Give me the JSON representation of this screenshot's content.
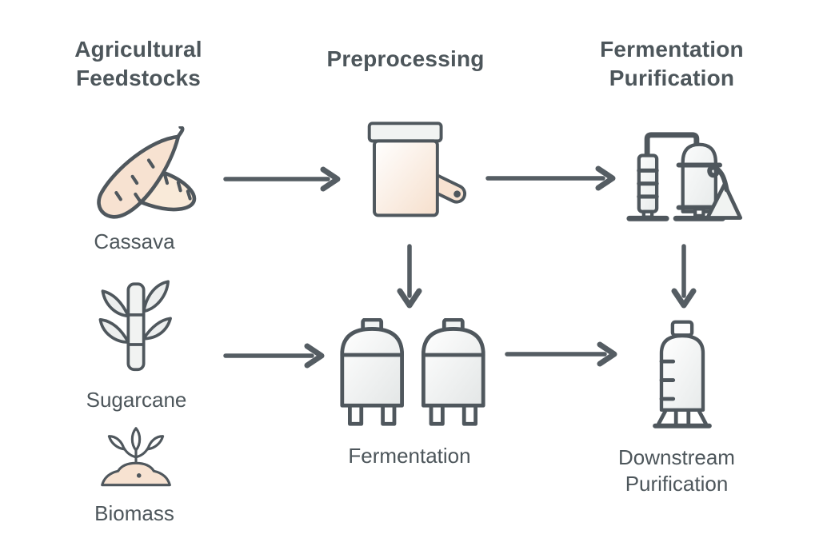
{
  "diagram": {
    "headers": {
      "feedstocks": "Agricultural Feedstocks",
      "preprocessing": "Preprocessing",
      "fermentation_purification": "Fermentation Purification"
    },
    "labels": {
      "cassava": "Cassava",
      "sugarcane": "Sugarcane",
      "biomass": "Biomass",
      "fermentation": "Fermentation",
      "downstream_purification": "Downstream Purification"
    },
    "edges": [
      {
        "from": "cassava",
        "to": "preprocessing"
      },
      {
        "from": "preprocessing",
        "to": "fermentation-purification"
      },
      {
        "from": "preprocessing",
        "to": "fermentation"
      },
      {
        "from": "sugarcane",
        "to": "fermentation"
      },
      {
        "from": "fermentation",
        "to": "downstream-purification"
      },
      {
        "from": "fermentation-purification",
        "to": "downstream-purification"
      }
    ],
    "colors": {
      "text": "#4d565b",
      "outline": "#4f575d",
      "arrow": "#555d63",
      "peach": "#f7e2d1",
      "light_gray": "#eceeee",
      "background": "#ffffff"
    }
  }
}
